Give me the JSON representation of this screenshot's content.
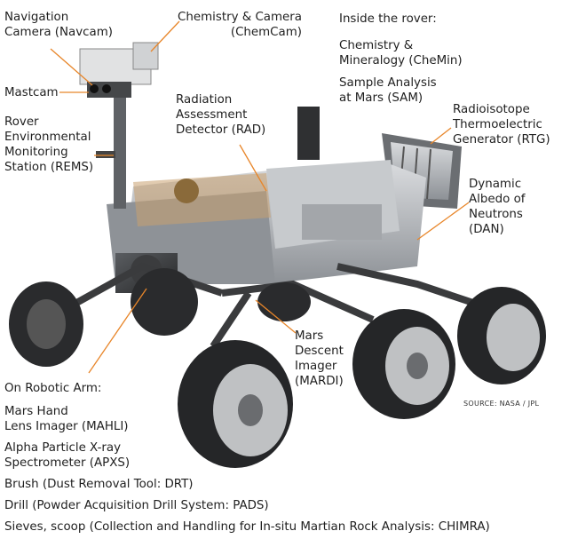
{
  "labels": {
    "navcam": "Navigation\nCamera (Navcam)",
    "chemcam": "Chemistry & Camera\n(ChemCam)",
    "inside_header": "Inside the rover:",
    "chemin": "Chemistry &\nMineralogy (CheMin)",
    "sam": "Sample Analysis\nat Mars (SAM)",
    "mastcam": "Mastcam",
    "rad": "Radiation\nAssessment\nDetector (RAD)",
    "rtg": "Radioisotope\nThermoelectric\nGenerator (RTG)",
    "rems": "Rover\nEnvironmental\nMonitoring\nStation (REMS)",
    "dan": "Dynamic\nAlbedo of\nNeutrons\n(DAN)",
    "mardi": "Mars\nDescent\nImager\n(MARDI)",
    "arm_header": "On Robotic Arm:",
    "mahli": "Mars Hand\nLens Imager (MAHLI)",
    "apxs": "Alpha Particle X-ray\nSpectrometer (APXS)",
    "drt": "Brush (Dust Removal Tool: DRT)",
    "pads": "Drill (Powder Acquisition Drill System: PADS)",
    "chimra": "Sieves, scoop (Collection and Handling for In-situ Martian Rock Analysis: CHIMRA)"
  },
  "source": "SOURCE: NASA / JPL",
  "colors": {
    "leader": "#e8862a",
    "text": "#1f1f1f",
    "body_dark": "#3a3a3a",
    "body_light": "#b9bcc0"
  }
}
